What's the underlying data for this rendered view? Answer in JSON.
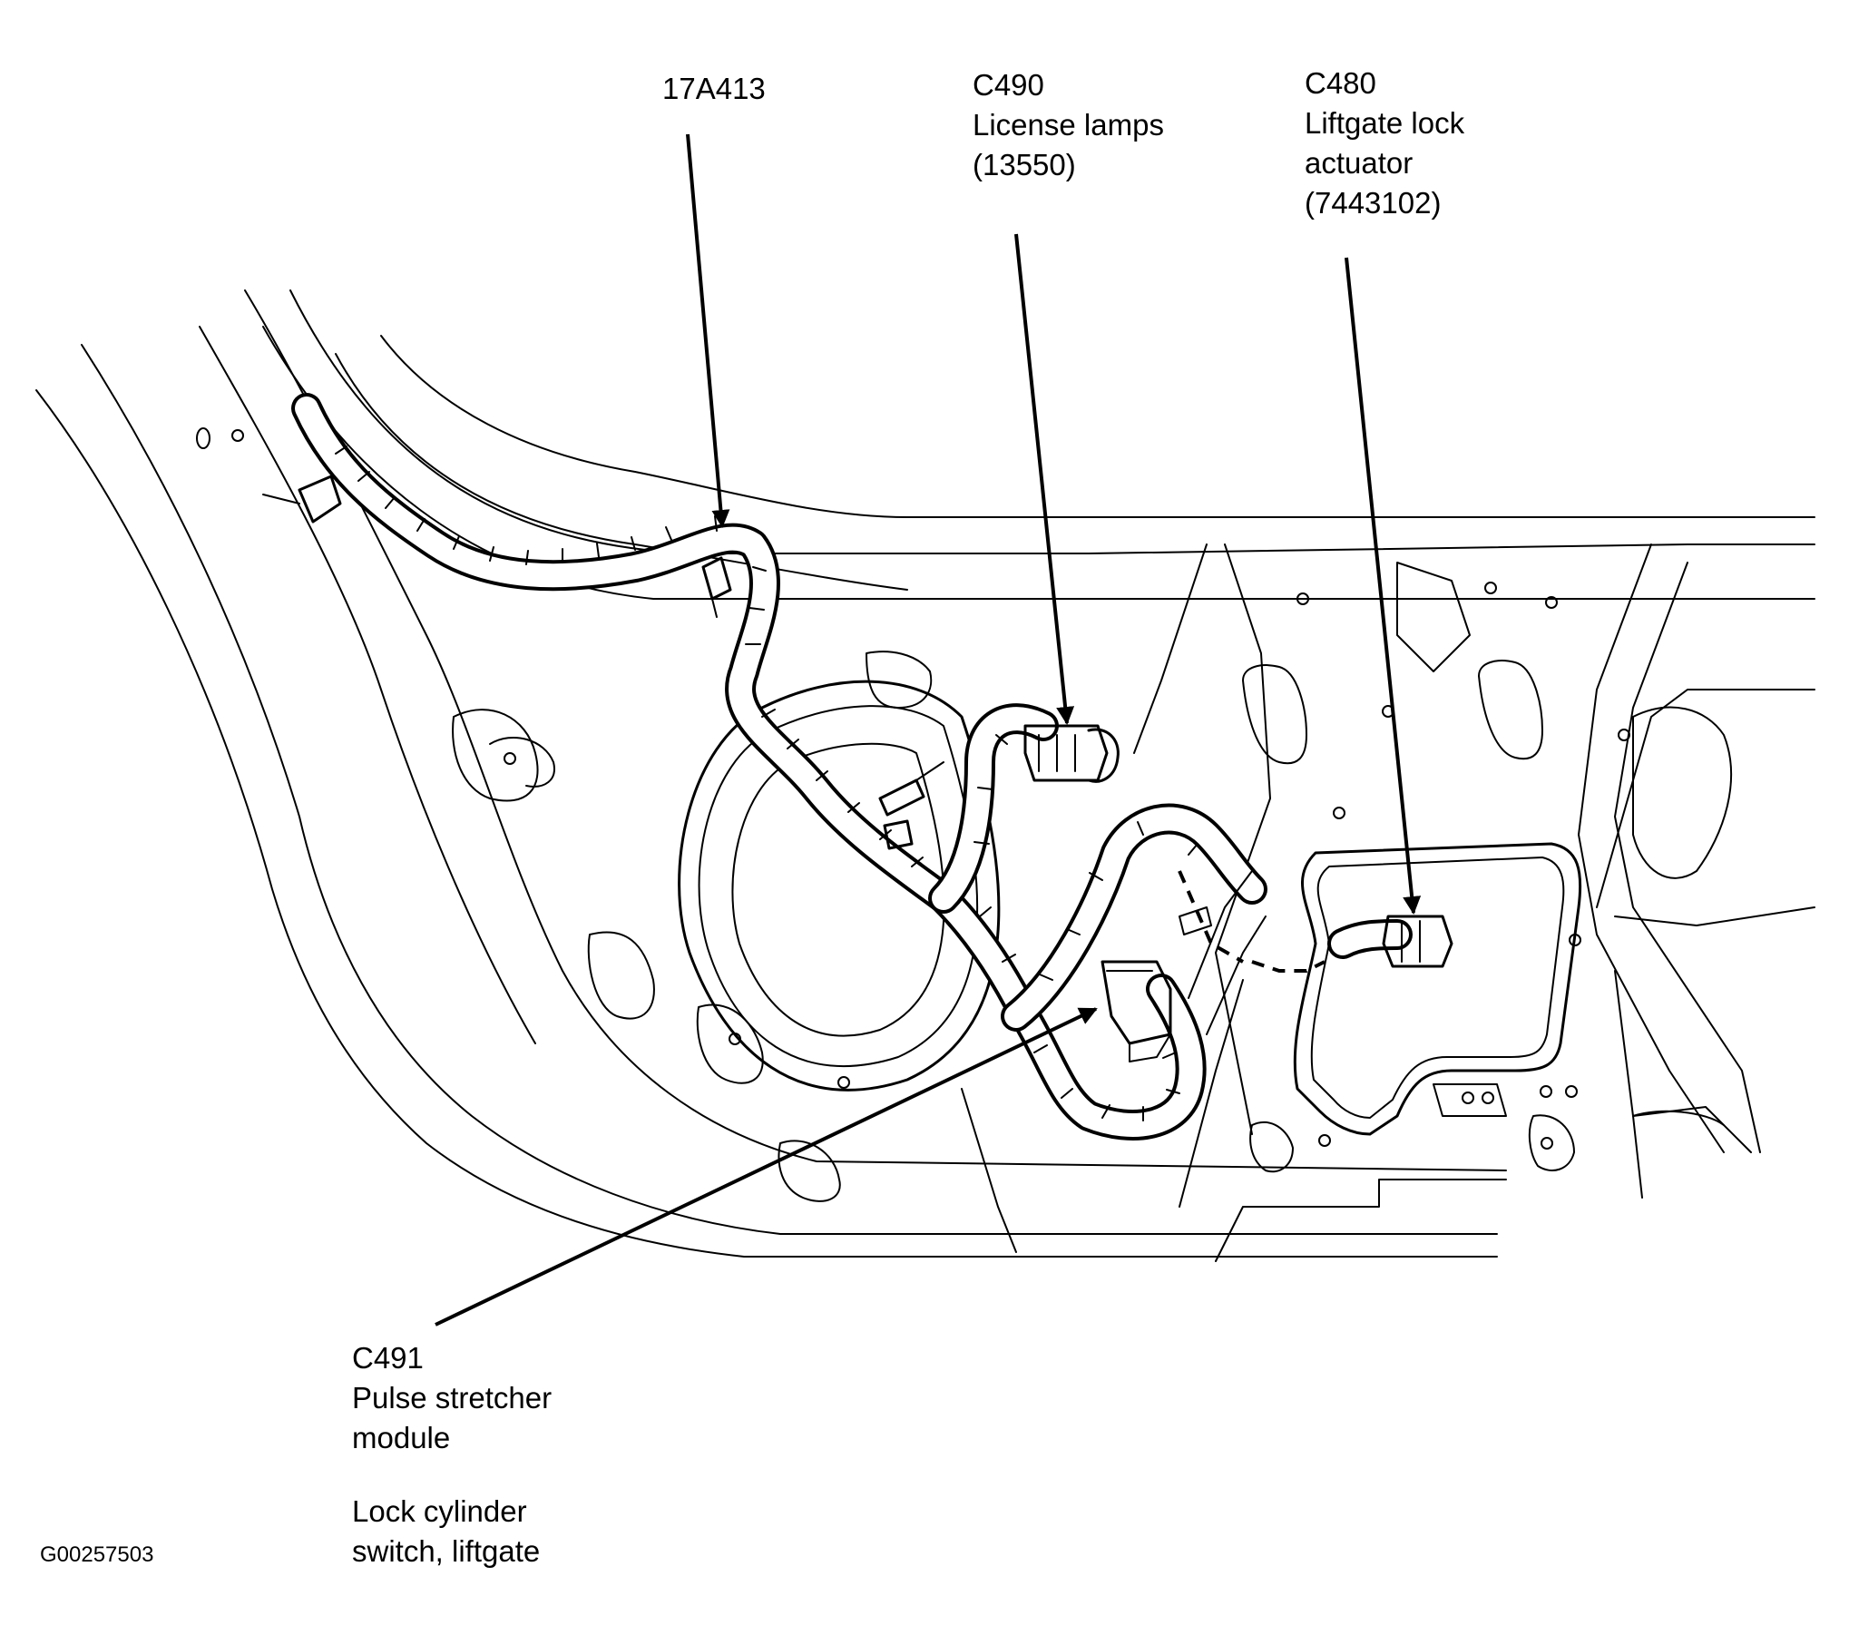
{
  "callouts": {
    "wiring_harness": {
      "lines": [
        "17A413"
      ]
    },
    "license_lamps": {
      "lines": [
        "C490",
        "License lamps",
        "(13550)"
      ]
    },
    "liftgate_lock_actuator": {
      "lines": [
        "C480",
        "Liftgate lock",
        "actuator",
        "(7443102)"
      ]
    },
    "pulse_stretcher": {
      "lines": [
        "C491",
        "Pulse stretcher",
        "module"
      ]
    },
    "lock_cylinder": {
      "lines": [
        "Lock cylinder",
        "switch, liftgate"
      ]
    }
  },
  "figure_id": "G00257503"
}
